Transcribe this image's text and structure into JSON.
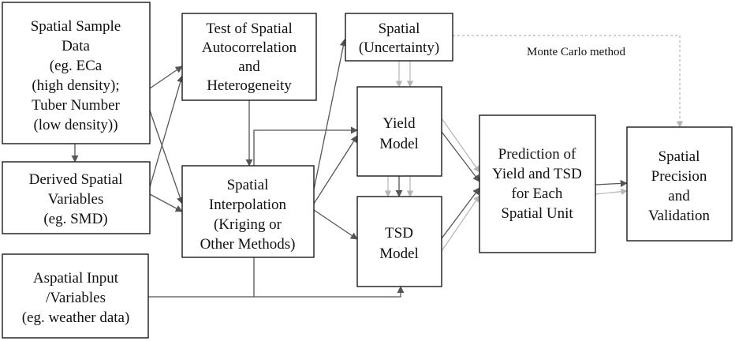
{
  "diagram": {
    "nodes": {
      "spatial_sample": [
        "Spatial Sample",
        "Data",
        "(eg. ECa",
        "(high density);",
        "Tuber Number",
        "(low density))"
      ],
      "derived_vars": [
        "Derived Spatial",
        "Variables",
        "(eg. SMD)"
      ],
      "aspatial": [
        "Aspatial Input",
        "/Variables",
        "(eg. weather data)"
      ],
      "test_autocorr": [
        "Test of Spatial",
        "Autocorrelation",
        "and",
        "Heterogeneity"
      ],
      "interpolation": [
        "Spatial",
        "Interpolation",
        "(Kriging or",
        "Other Methods)"
      ],
      "uncertainty": [
        "Spatial",
        "(Uncertainty)"
      ],
      "yield_model": [
        "Yield",
        "Model"
      ],
      "tsd_model": [
        "TSD",
        "Model"
      ],
      "prediction": [
        "Prediction of",
        "Yield and TSD",
        "for Each",
        "Spatial Unit"
      ],
      "precision": [
        "Spatial",
        "Precision",
        "and",
        "Validation"
      ]
    },
    "annotations": {
      "monte_carlo": "Monte Carlo method"
    }
  }
}
